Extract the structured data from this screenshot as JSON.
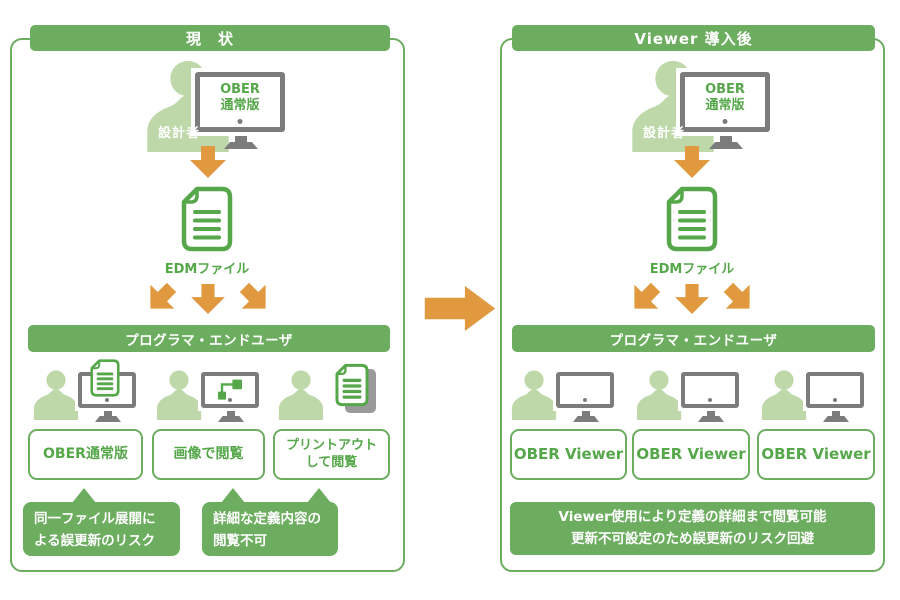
{
  "colors": {
    "green": "#6dad60",
    "accent": "#55a74a",
    "lightgreen": "#bed8a9",
    "orange": "#e0993f",
    "gray": "#7c7c7c",
    "backgray": "#9a9a9a"
  },
  "icons": {
    "person": "person-silhouette mapped to SVG head+shoulders shape",
    "monitor": "computer-monitor mapped to CSS framed rect with stand",
    "document": "document-file mapped to SVG page with folded corner and text lines",
    "documents_stack": "two stacked document pages",
    "flow_diagram": "two connected squares on monitor screen",
    "arrow_down": "thick orange down arrow",
    "arrow_down_left": "thick orange arrow rotated 45deg",
    "arrow_down_right": "thick orange arrow rotated -45deg",
    "arrow_right": "large orange transition arrow"
  },
  "left_panel": {
    "title": "現　状",
    "designer_label": "設計者",
    "screen": {
      "line1": "OBER",
      "line2": "通常版"
    },
    "file_label": "EDMファイル",
    "audience_bar": "プログラマ・エンドユーザ",
    "outcome_boxes": [
      {
        "label": "OBER通常版"
      },
      {
        "label": "画像で閲覧"
      },
      {
        "label": "プリントアウト",
        "label2": "して閲覧"
      }
    ],
    "callouts": [
      {
        "line1": "同一ファイル展開に",
        "line2": "よる誤更新のリスク"
      },
      {
        "line1": "詳細な定義内容の",
        "line2": "閲覧不可"
      }
    ]
  },
  "right_panel": {
    "title": "Viewer 導入後",
    "designer_label": "設計者",
    "screen": {
      "line1": "OBER",
      "line2": "通常版"
    },
    "file_label": "EDMファイル",
    "audience_bar": "プログラマ・エンドユーザ",
    "outcome_boxes": [
      {
        "label": "OBER Viewer"
      },
      {
        "label": "OBER Viewer"
      },
      {
        "label": "OBER Viewer"
      }
    ],
    "summary": {
      "line1": "Viewer使用により定義の詳細まで閲覧可能",
      "line2": "更新不可設定のため誤更新のリスク回避"
    }
  }
}
